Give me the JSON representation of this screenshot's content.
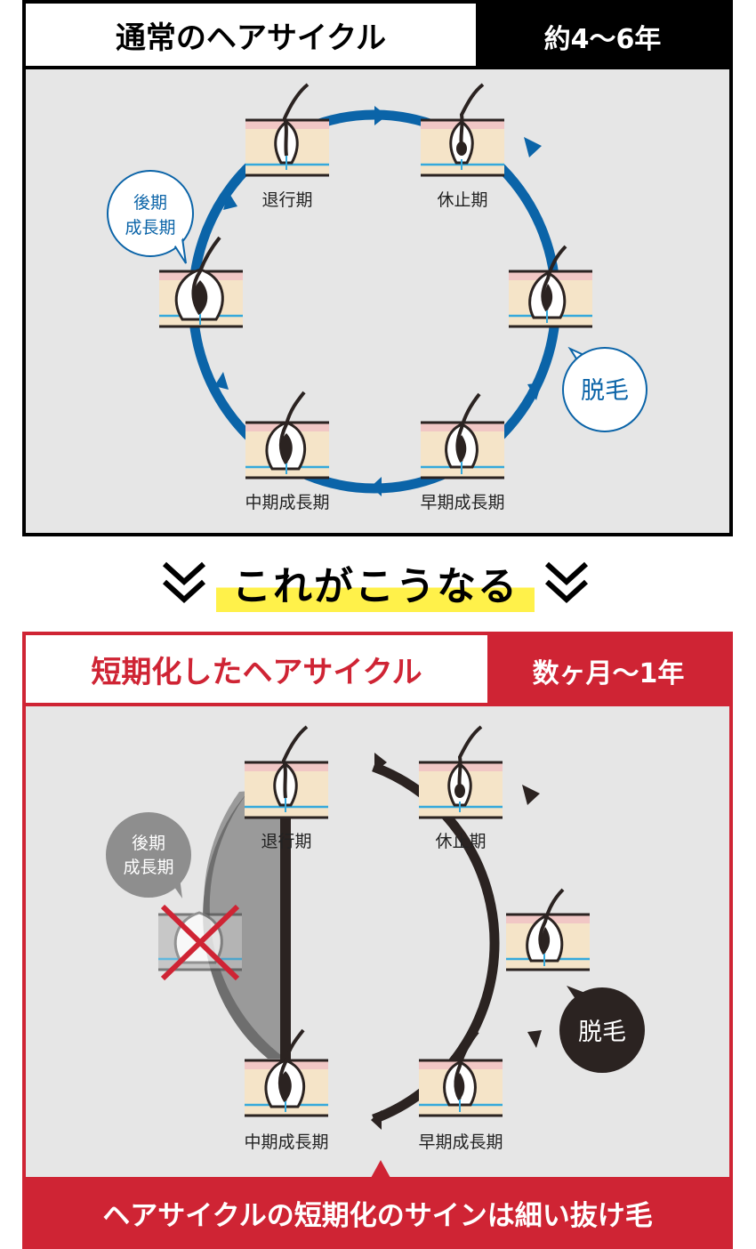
{
  "top_panel": {
    "title": "通常のヘアサイクル",
    "duration": "約4〜6年",
    "stages": {
      "retrograde": "退行期",
      "telogen": "休止期",
      "early_growth": "早期成長期",
      "mid_growth": "中期成長期"
    },
    "late_growth_bubble": [
      "後期",
      "成長期"
    ],
    "shedding_bubble": "脱毛"
  },
  "transition": {
    "text": "これがこうなる"
  },
  "bottom_panel": {
    "title": "短期化したヘアサイクル",
    "duration": "数ヶ月〜1年",
    "stages": {
      "retrograde": "退行期",
      "telogen": "休止期",
      "early_growth": "早期成長期",
      "mid_growth": "中期成長期"
    },
    "late_growth_bubble": [
      "後期",
      "成長期"
    ],
    "shedding_bubble": "脱毛",
    "footer": "ヘアサイクルの短期化のサインは細い抜け毛"
  },
  "colors": {
    "normal_cycle": "#0b64a8",
    "short_cycle": "#2b2321",
    "accent_red": "#cf2434",
    "highlight_yellow": "#fff14a"
  }
}
